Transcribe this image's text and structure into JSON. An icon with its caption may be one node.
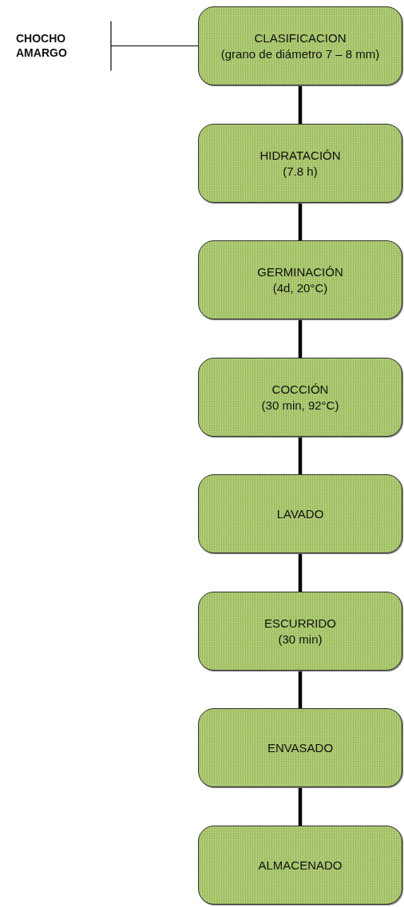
{
  "diagram": {
    "nodes": [
      {
        "text": [
          "CHOCHO AMARGO"
        ]
      },
      {
        "text": [
          "CLASIFICACION",
          "(grano de diámetro 7 – 8 mm)"
        ]
      },
      {
        "text": [
          "HIDRATACIÓN",
          "(7.8 h)"
        ]
      },
      {
        "text": [
          "GERMINACIÓN",
          "(4d, 20°C)"
        ]
      },
      {
        "text": [
          "COCCIÓN",
          "(30 min, 92°C)"
        ]
      },
      {
        "text": [
          "LAVADO"
        ]
      },
      {
        "text": [
          "ESCURRIDO",
          "(30 min)"
        ]
      },
      {
        "text": [
          "ENVASADO"
        ]
      },
      {
        "text": [
          "ALMACENADO"
        ]
      }
    ],
    "edges": [
      {
        "from": 0,
        "to": 1,
        "arrow": "other"
      },
      {
        "from": 1,
        "to": 2,
        "arrow": "none"
      },
      {
        "from": 2,
        "to": 3,
        "arrow": "none"
      },
      {
        "from": 3,
        "to": 4,
        "arrow": "none"
      },
      {
        "from": 4,
        "to": 5,
        "arrow": "none"
      },
      {
        "from": 5,
        "to": 6,
        "arrow": "none"
      },
      {
        "from": 6,
        "to": 7,
        "arrow": "none"
      },
      {
        "from": 7,
        "to": 8,
        "arrow": "none"
      }
    ]
  }
}
